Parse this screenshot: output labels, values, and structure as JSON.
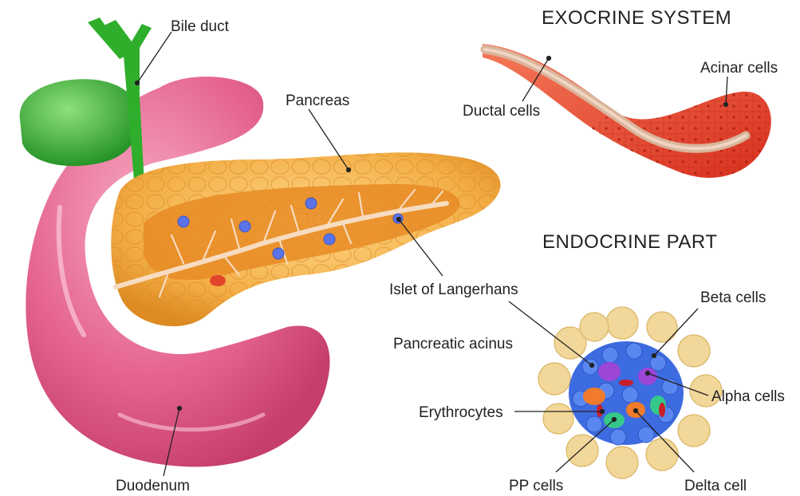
{
  "headings": {
    "exocrine": "EXOCRINE SYSTEM",
    "endocrine": "ENDOCRINE PART"
  },
  "labels": {
    "bile_duct": "Bile duct",
    "pancreas": "Pancreas",
    "duodenum": "Duodenum",
    "islet": "Islet of Langerhans",
    "ductal_cells": "Ductal cells",
    "acinar_cells": "Acinar cells",
    "pancreatic_acinus": "Pancreatic acinus",
    "beta_cells": "Beta cells",
    "alpha_cells": "Alpha cells",
    "erythrocytes": "Erythrocytes",
    "pp_cells": "PP cells",
    "delta_cell": "Delta cell"
  },
  "colors": {
    "duodenum": "#e5648f",
    "gallbladder": "#2fae2c",
    "pancreas": "#f0a43a",
    "pancreas_inner": "#e88b24",
    "islet_dot": "#5a73e6",
    "acinar": "#ee4a32",
    "duct": "#d9b49b",
    "beta": "#3d6be0",
    "alpha": "#9b46d6",
    "delta": "#f07b2b",
    "pp": "#35c88a",
    "erythrocyte": "#c81e2a",
    "leader": "#222222"
  }
}
